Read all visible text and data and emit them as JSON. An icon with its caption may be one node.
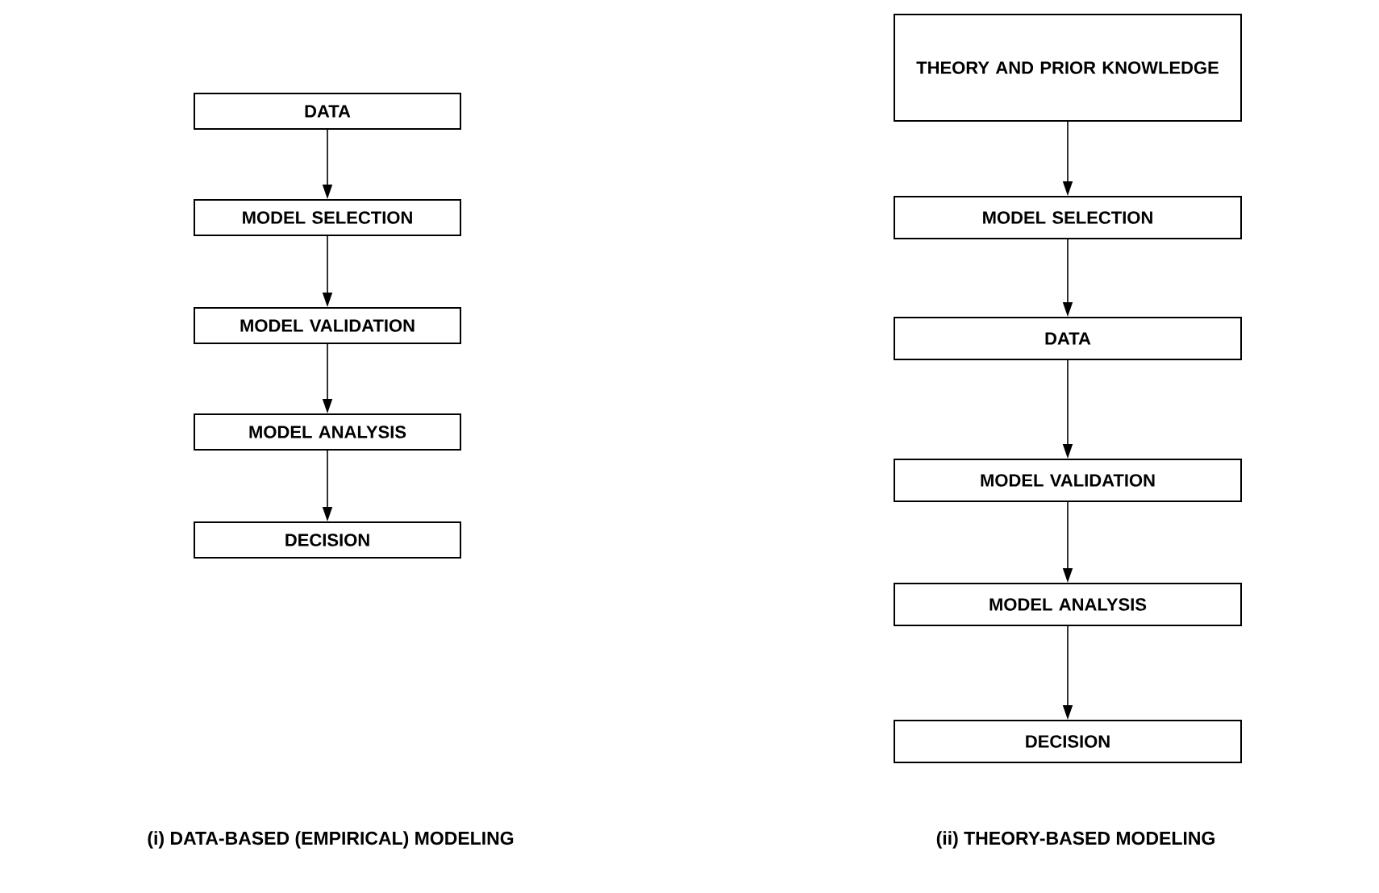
{
  "diagram": {
    "nodes": [
      {
        "text": [
          "DATA"
        ]
      },
      {
        "text": [
          "MODEL SELECTION"
        ]
      },
      {
        "text": [
          "MODEL VALIDATION"
        ]
      },
      {
        "text": [
          "MODEL ANALYSIS"
        ]
      },
      {
        "text": [
          "DECISION"
        ]
      },
      {
        "text": [
          "THEORY AND PRIOR KNOWLEDGE"
        ]
      },
      {
        "text": [
          "MODEL SELECTION"
        ]
      },
      {
        "text": [
          "DATA"
        ]
      },
      {
        "text": [
          "MODEL VALIDATION"
        ]
      },
      {
        "text": [
          "MODEL ANALYSIS"
        ]
      },
      {
        "text": [
          "DECISION"
        ]
      }
    ],
    "edges": [
      {
        "from": 0,
        "to": 1,
        "arrow": "to"
      },
      {
        "from": 1,
        "to": 2,
        "arrow": "to"
      },
      {
        "from": 2,
        "to": 3,
        "arrow": "to"
      },
      {
        "from": 3,
        "to": 4,
        "arrow": "to"
      },
      {
        "from": 5,
        "to": 6,
        "arrow": "to"
      },
      {
        "from": 6,
        "to": 7,
        "arrow": "to"
      },
      {
        "from": 7,
        "to": 8,
        "arrow": "to"
      },
      {
        "from": 8,
        "to": 9,
        "arrow": "to"
      },
      {
        "from": 9,
        "to": 10,
        "arrow": "to"
      }
    ],
    "labels": [
      "(i) DATA-BASED (EMPIRICAL) MODELING",
      "(ii) THEORY-BASED MODELING"
    ]
  }
}
